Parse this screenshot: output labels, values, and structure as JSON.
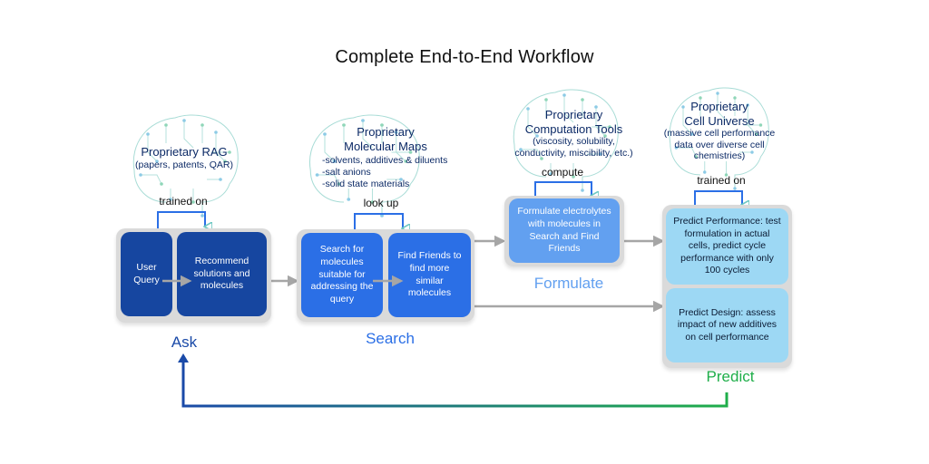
{
  "title": "Complete End-to-End Workflow",
  "stages": {
    "ask": {
      "label": "Ask",
      "color": "#1a4aa8"
    },
    "search": {
      "label": "Search",
      "color": "#2b6fe6"
    },
    "formulate": {
      "label": "Formulate",
      "color": "#62a0f0"
    },
    "predict": {
      "label": "Predict",
      "color": "#1fae4a"
    }
  },
  "resources": {
    "rag": {
      "heading": "Proprietary RAG",
      "sub": "(papers, patents, QAR)",
      "relation": "trained on"
    },
    "maps": {
      "heading_1": "Proprietary",
      "heading_2": "Molecular Maps",
      "items": [
        "-solvents, additives & diluents",
        "-salt anions",
        "-solid state materials"
      ],
      "relation": "look up"
    },
    "tools": {
      "heading_1": "Proprietary",
      "heading_2": "Computation Tools",
      "sub_1": "(viscosity, solubility,",
      "sub_2": "conductivity, miscibility, etc.)",
      "relation": "compute"
    },
    "cells": {
      "heading_1": "Proprietary",
      "heading_2": "Cell Universe",
      "sub_1": "(massive cell performance",
      "sub_2": "data over diverse cell",
      "sub_3": "chemistries)",
      "relation": "trained on"
    }
  },
  "boxes": {
    "user_query": "User Query",
    "recommend": "Recommend solutions and molecules",
    "search_molecules": "Search for molecules suitable for addressing the query",
    "find_friends": "Find Friends to find more similar molecules",
    "formulate": "Formulate electrolytes with molecules in Search and Find Friends",
    "predict_performance": "Predict Performance: test formulation in actual cells, predict cycle performance with only 100 cycles",
    "predict_design": "Predict Design: assess impact of new additives on cell performance"
  },
  "colors": {
    "dark_blue": "#1646a0",
    "mid_blue": "#2b6fe6",
    "light_blue": "#62a0f0",
    "sky_blue": "#9dd8f4",
    "tray_gray": "#dadada",
    "arrow_gray": "#a6a6a6",
    "feedback_start": "#1a4aa8",
    "feedback_end": "#1fae4a"
  }
}
